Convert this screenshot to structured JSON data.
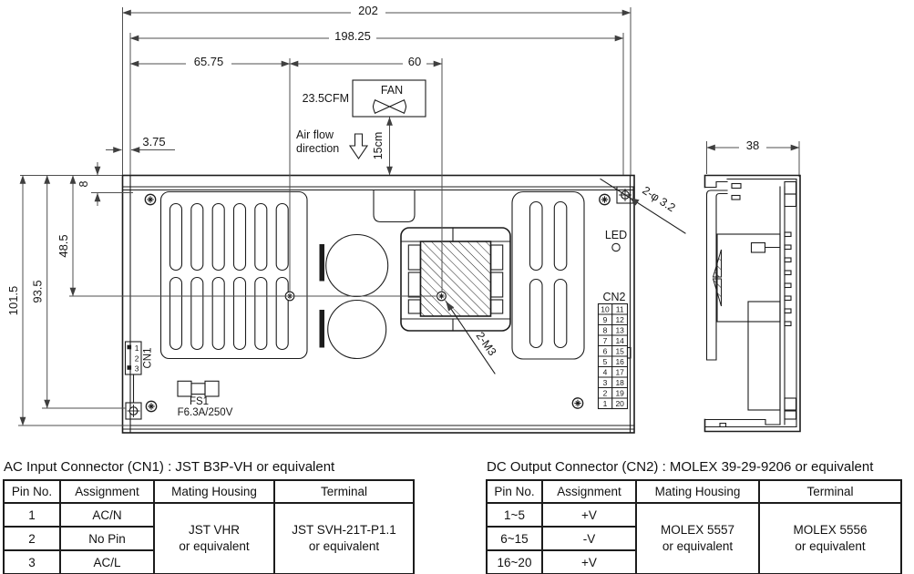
{
  "top_view": {
    "dim_202": "202",
    "dim_198_25": "198.25",
    "dim_65_75": "65.75",
    "dim_60": "60",
    "dim_3_75": "3.75",
    "dim_101_5": "101.5",
    "dim_93_5": "93.5",
    "dim_48_5": "48.5",
    "dim_8": "8",
    "fan_label": "FAN",
    "fan_airflow_value": "23.5CFM",
    "airflow_caption_line1": "Air flow",
    "airflow_caption_line2": "direction",
    "fan_distance": "15cm",
    "led_label": "LED",
    "cn1_label": "CN1",
    "cn2_label": "CN2",
    "fuse_ref": "FS1",
    "fuse_rating": "F6.3A/250V",
    "mounting_hole_callout": "2-φ 3.2",
    "screw_callout": "2-M3",
    "cn1_pins": [
      "1",
      "2",
      "3"
    ],
    "cn2_pins_left": [
      "10",
      "9",
      "8",
      "7",
      "6",
      "5",
      "4",
      "3",
      "2",
      "1"
    ],
    "cn2_pins_right": [
      "11",
      "12",
      "13",
      "14",
      "15",
      "16",
      "17",
      "18",
      "19",
      "20"
    ]
  },
  "side_view": {
    "dim_38": "38"
  },
  "cn1_table": {
    "title": "AC Input Connector (CN1) : JST B3P-VH or equivalent",
    "headers": [
      "Pin No.",
      "Assignment",
      "Mating Housing",
      "Terminal"
    ],
    "rows": [
      [
        "1",
        "AC/N"
      ],
      [
        "2",
        "No Pin"
      ],
      [
        "3",
        "AC/L"
      ]
    ],
    "mating_housing": "JST VHR\nor equivalent",
    "terminal": "JST SVH-21T-P1.1\nor equivalent"
  },
  "cn2_table": {
    "title": "DC Output Connector (CN2) : MOLEX 39-29-9206 or equivalent",
    "headers": [
      "Pin No.",
      "Assignment",
      "Mating Housing",
      "Terminal"
    ],
    "rows": [
      [
        "1~5",
        "+V"
      ],
      [
        "6~15",
        "-V"
      ],
      [
        "16~20",
        "+V"
      ]
    ],
    "mating_housing": "MOLEX 5557\nor equivalent",
    "terminal": "MOLEX 5556\nor equivalent"
  }
}
